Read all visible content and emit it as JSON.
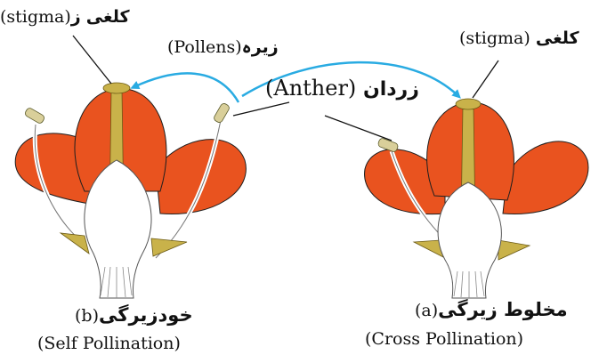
{
  "colors": {
    "petal": "#e9531f",
    "petal_edge": "#1f1f1f",
    "stigma": "#c9b24a",
    "anther": "#d9cf9a",
    "arrow": "#29abe2",
    "base": "#ffffff"
  },
  "left_flower": {
    "stigma_urdu": "کلغی",
    "stigma_en": "(stigma)",
    "stigma_edge_fragment": "ز",
    "pollens_urdu": "زیرہ",
    "pollens_en": "(Pollens)",
    "caption_urdu": "خودزیرگی",
    "caption_letter": "(b)",
    "caption_en": "(Self Pollination)"
  },
  "center": {
    "anther_en": "(Anther)",
    "anther_urdu": "زردان"
  },
  "right_flower": {
    "stigma_urdu": "کلغی",
    "stigma_en": "(stigma)",
    "caption_urdu": "مخلوط زیرگی",
    "caption_letter": "(a)",
    "caption_en": "(Cross Pollination)"
  }
}
